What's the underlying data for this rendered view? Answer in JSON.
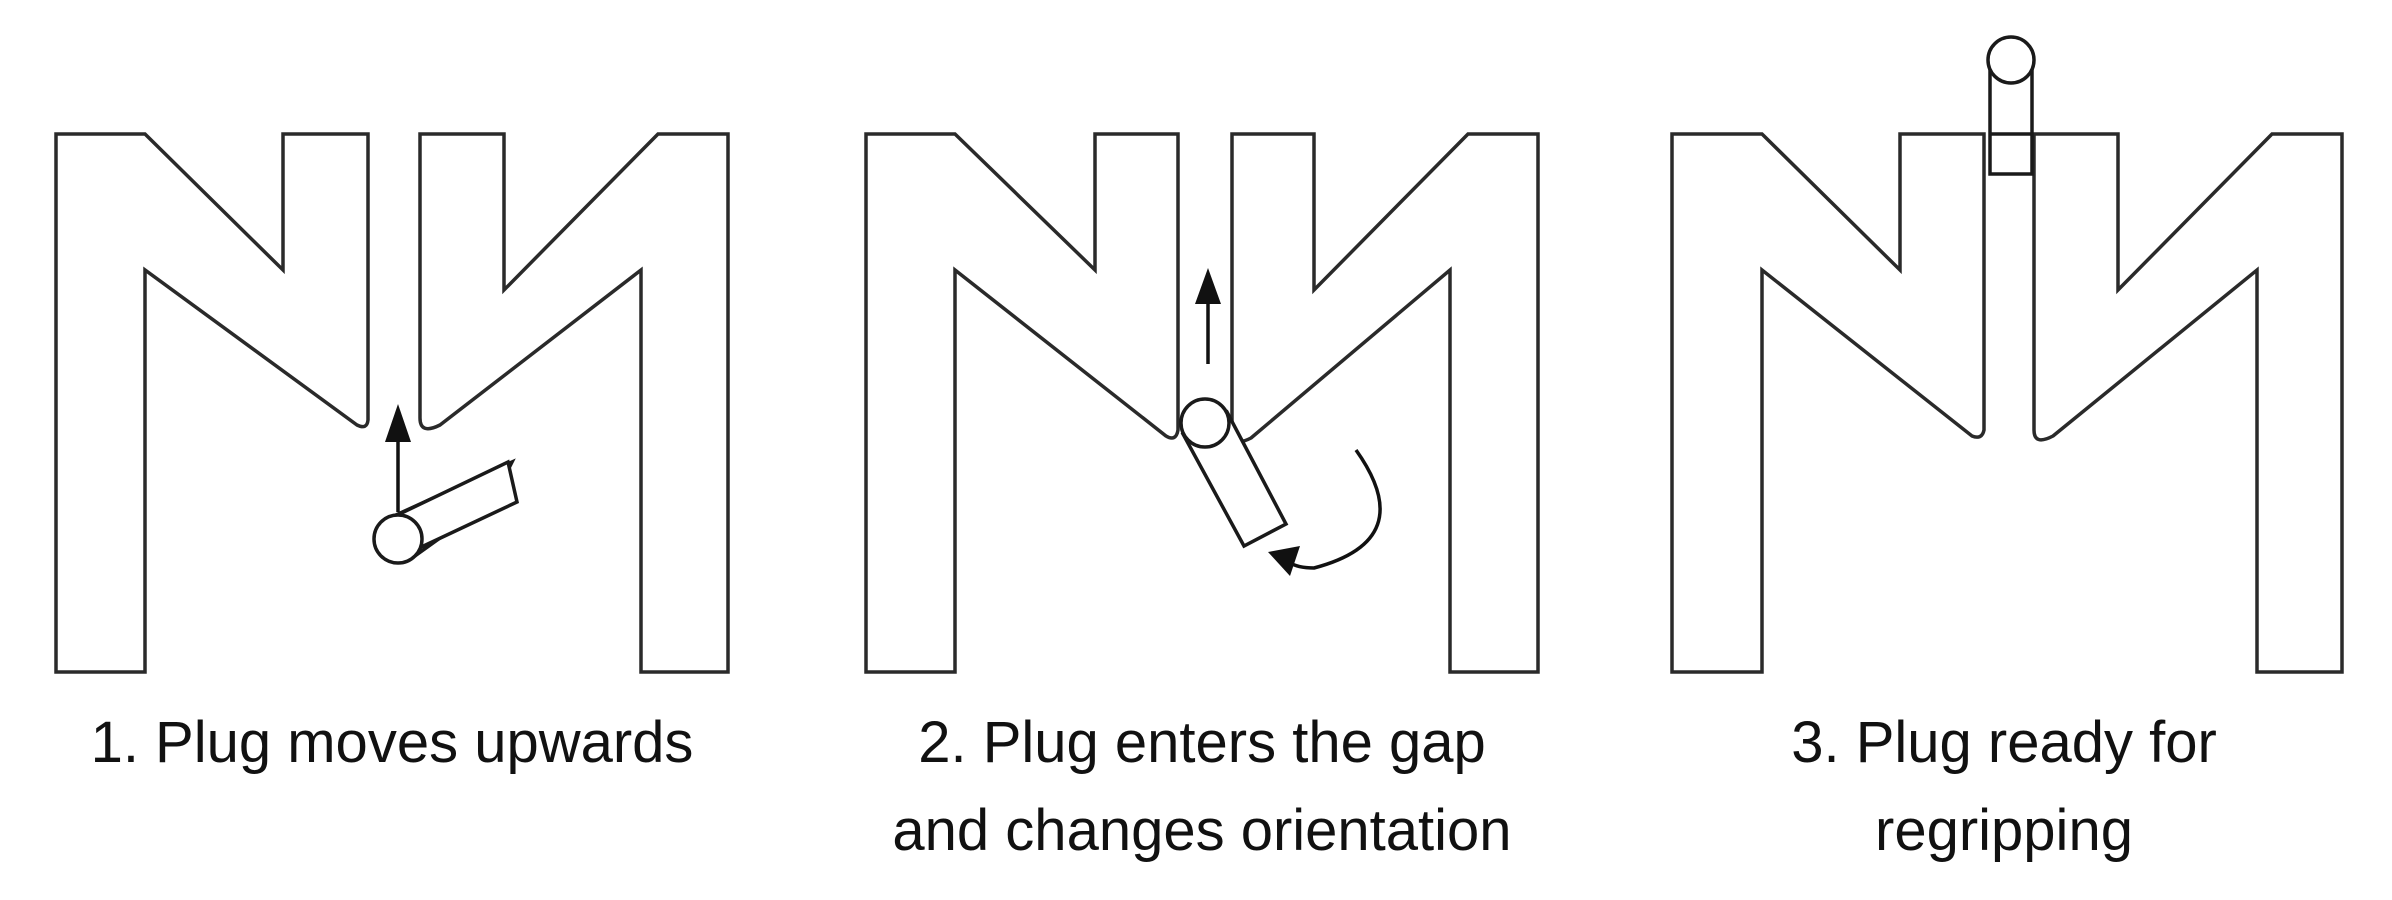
{
  "steps": [
    {
      "caption": [
        "1. Plug moves upwards"
      ]
    },
    {
      "caption": [
        "2. Plug enters the gap",
        "and changes orientation"
      ]
    },
    {
      "caption": [
        "3. Plug ready for",
        "regripping"
      ]
    }
  ],
  "colors": {
    "stroke": "#2a2a2a",
    "background": "#ffffff"
  }
}
